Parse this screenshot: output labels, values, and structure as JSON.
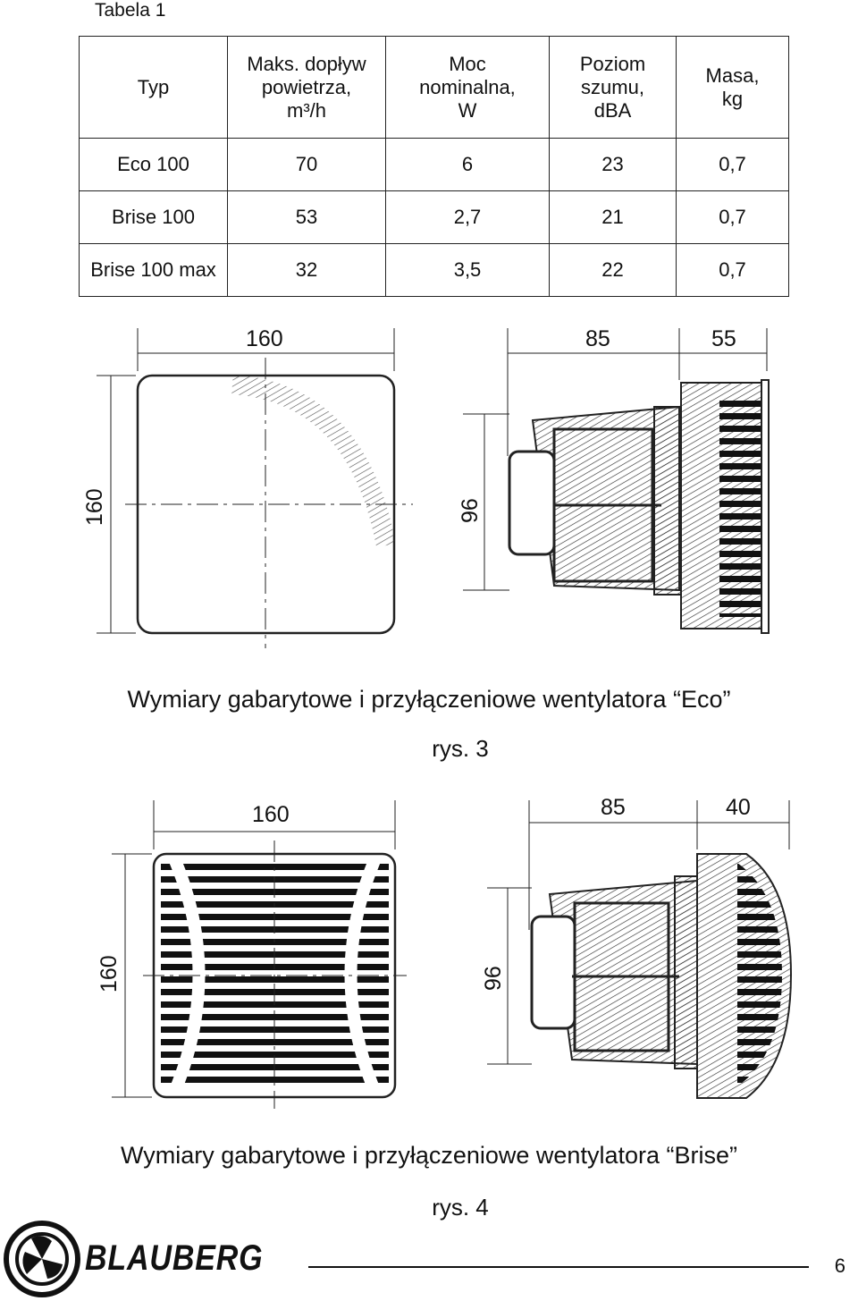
{
  "table": {
    "caption": "Tabela 1",
    "headers": [
      {
        "lines": [
          "Typ"
        ]
      },
      {
        "lines": [
          "Maks. dopływ",
          "powietrza,",
          "m³/h"
        ]
      },
      {
        "lines": [
          "Moc",
          "nominalna,",
          "W"
        ]
      },
      {
        "lines": [
          "Poziom",
          "szumu,",
          "dBA"
        ]
      },
      {
        "lines": [
          "Masa,",
          "kg"
        ]
      }
    ],
    "rows": [
      [
        "Eco 100",
        "70",
        "6",
        "23",
        "0,7"
      ],
      [
        "Brise 100",
        "53",
        "2,7",
        "21",
        "0,7"
      ],
      [
        "Brise 100 max",
        "32",
        "3,5",
        "22",
        "0,7"
      ]
    ]
  },
  "figure3": {
    "front_width": "160",
    "front_height": "160",
    "side_depth_a": "85",
    "side_depth_b": "55",
    "side_height": "96",
    "caption": "Wymiary gabarytowe i przyłączeniowe wentylatora “Eco”",
    "label": "rys. 3"
  },
  "figure4": {
    "front_width": "160",
    "front_height": "160",
    "side_depth_a": "85",
    "side_depth_b": "40",
    "side_height": "96",
    "caption": "Wymiary gabarytowe i przyłączeniowe wentylatora “Brise”",
    "label": "rys. 4"
  },
  "footer": {
    "brand": "BLAUBERG",
    "page_number": "6"
  }
}
